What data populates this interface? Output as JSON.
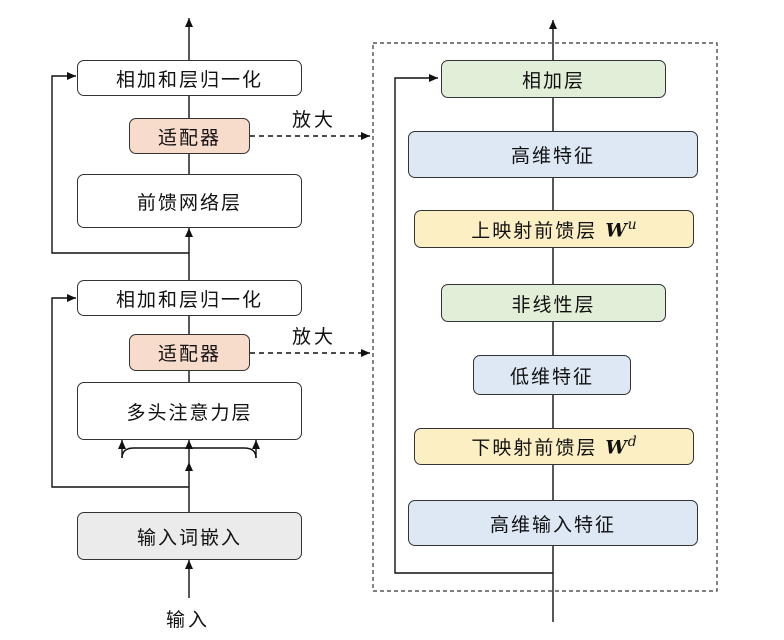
{
  "left": {
    "add_norm_top": "相加和层归一化",
    "adapter_top": "适配器",
    "ffn": "前馈网络层",
    "add_norm_bottom": "相加和层归一化",
    "adapter_bottom": "适配器",
    "mha": "多头注意力层",
    "embed": "输入词嵌入",
    "input": "输入",
    "zoom_top": "放大",
    "zoom_bottom": "放大"
  },
  "right": {
    "add": "相加层",
    "high_dim": "高维特征",
    "up_proj": "上映射前馈层",
    "up_sym": "W",
    "up_sup": "u",
    "nonlinear": "非线性层",
    "low_dim": "低维特征",
    "down_proj": "下映射前馈层",
    "down_sym": "W",
    "down_sup": "d",
    "high_dim_input": "高维输入特征"
  }
}
